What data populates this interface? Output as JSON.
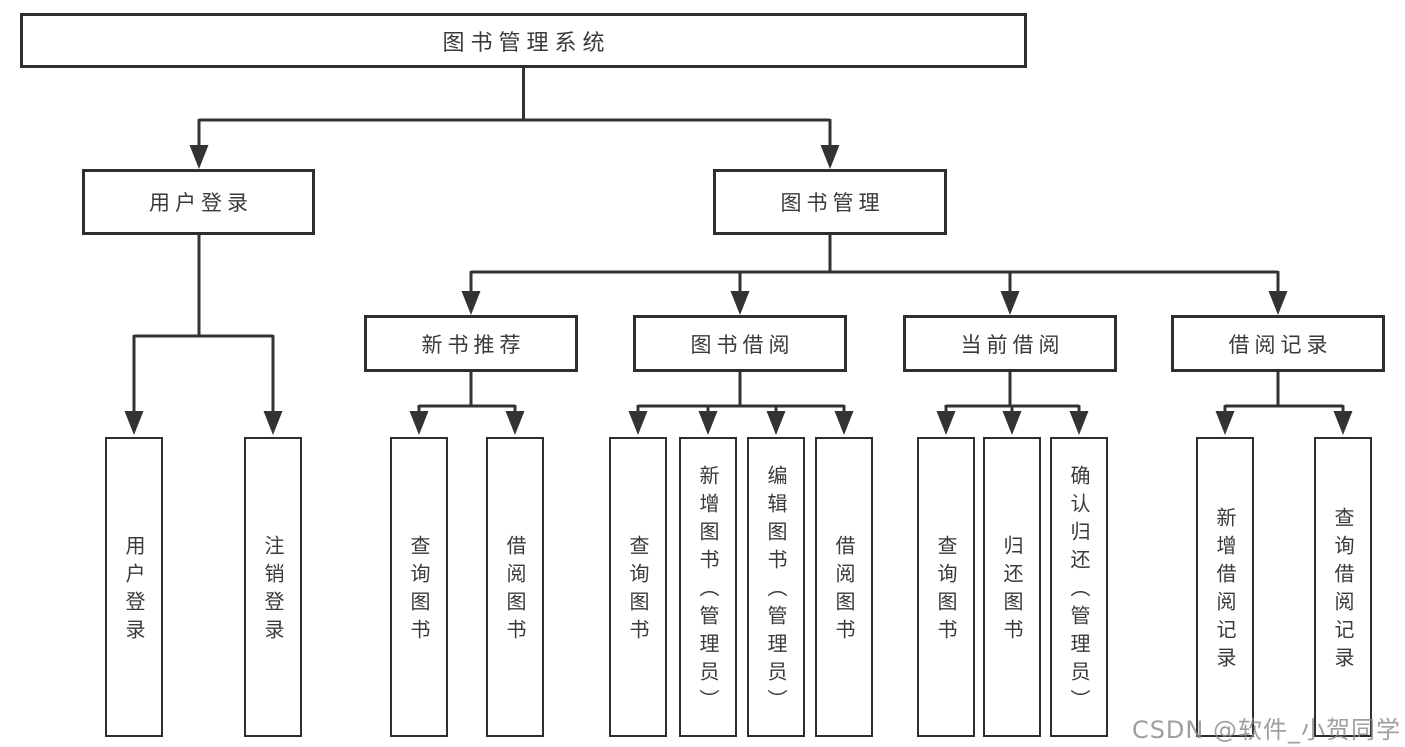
{
  "tree": {
    "root": {
      "label": "图书管理系统"
    },
    "children": [
      {
        "label": "用户登录",
        "children": [
          {
            "label": "用户登录"
          },
          {
            "label": "注销登录"
          }
        ]
      },
      {
        "label": "图书管理",
        "children": [
          {
            "label": "新书推荐",
            "children": [
              {
                "label": "查询图书"
              },
              {
                "label": "借阅图书"
              }
            ]
          },
          {
            "label": "图书借阅",
            "children": [
              {
                "label": "查询图书"
              },
              {
                "label": "新增图书（管理员）"
              },
              {
                "label": "编辑图书（管理员）"
              },
              {
                "label": "借阅图书"
              }
            ]
          },
          {
            "label": "当前借阅",
            "children": [
              {
                "label": "查询图书"
              },
              {
                "label": "归还图书"
              },
              {
                "label": "确认归还（管理员）"
              }
            ]
          },
          {
            "label": "借阅记录",
            "children": [
              {
                "label": "新增借阅记录"
              },
              {
                "label": "查询借阅记录"
              }
            ]
          }
        ]
      }
    ]
  },
  "watermark": {
    "text": "CSDN @软件_小贺同学"
  },
  "colors": {
    "line": "#333333",
    "box_border": "#2e2e2e",
    "text": "#3a3a3a",
    "watermark": "#8a8a8a",
    "background": "#ffffff"
  }
}
